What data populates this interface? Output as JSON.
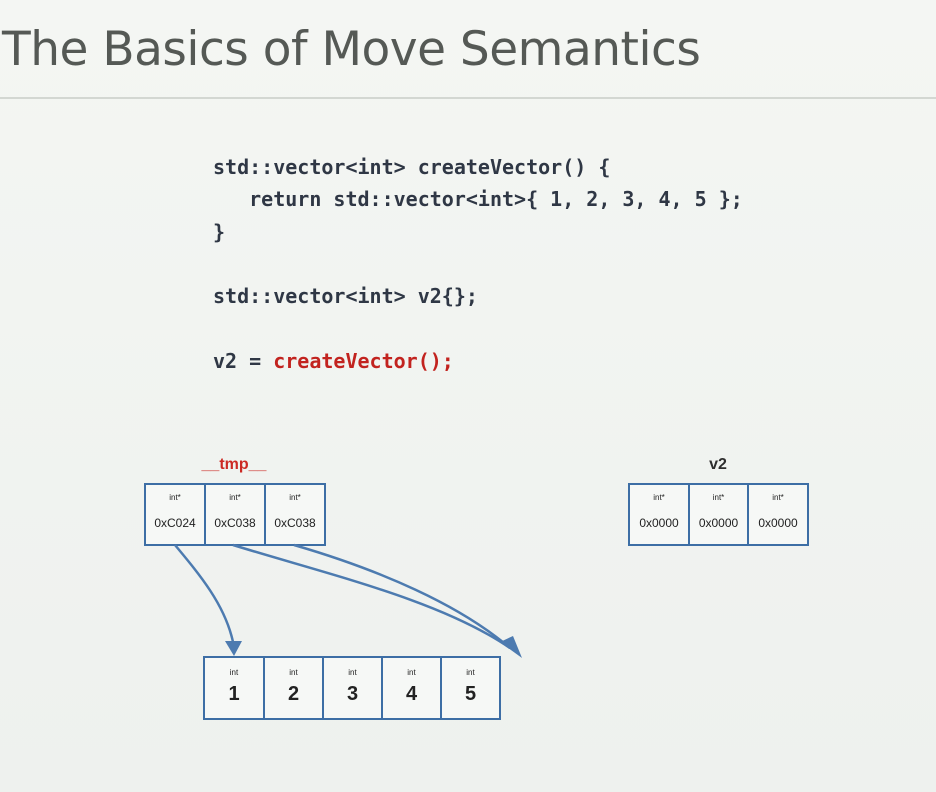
{
  "slide": {
    "title": "The Basics of Move Semantics"
  },
  "code": {
    "line1": "std::vector<int> createVector() {",
    "line2": "   return std::vector<int>{ 1, 2, 3, 4, 5 };",
    "line3": "}",
    "line4": "std::vector<int> v2{};",
    "line5_prefix": "v2 = ",
    "line5_call": "createVector();"
  },
  "tmp": {
    "label": "__tmp__",
    "cells": [
      {
        "type": "int*",
        "value": "0xC024"
      },
      {
        "type": "int*",
        "value": "0xC038"
      },
      {
        "type": "int*",
        "value": "0xC038"
      }
    ]
  },
  "v2": {
    "label": "v2",
    "cells": [
      {
        "type": "int*",
        "value": "0x0000"
      },
      {
        "type": "int*",
        "value": "0x0000"
      },
      {
        "type": "int*",
        "value": "0x0000"
      }
    ]
  },
  "array": {
    "cells": [
      {
        "type": "int",
        "value": "1"
      },
      {
        "type": "int",
        "value": "2"
      },
      {
        "type": "int",
        "value": "3"
      },
      {
        "type": "int",
        "value": "4"
      },
      {
        "type": "int",
        "value": "5"
      }
    ]
  },
  "colors": {
    "box_border": "#3d6ea5",
    "arrow": "#4d7bb0",
    "highlight_red": "#c2231f",
    "title_gray": "#555955"
  }
}
